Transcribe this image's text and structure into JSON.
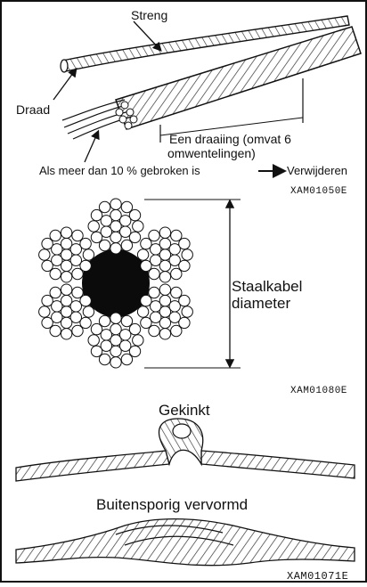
{
  "figure1": {
    "label_strand": "Streng",
    "label_wire": "Draad",
    "label_lay_line1": "Een draaiing (omvat 6",
    "label_lay_line2": "omwentelingen)",
    "label_broken": "Als meer dan 10 % gebroken is",
    "label_action": "Verwijderen",
    "code": "XAM01050E"
  },
  "figure2": {
    "label_line1": "Staalkabel",
    "label_line2": "diameter",
    "code": "XAM01080E"
  },
  "figure3": {
    "label_kinked": "Gekinkt",
    "label_deformed": "Buitensporig vervormd",
    "code": "XAM01071E"
  }
}
